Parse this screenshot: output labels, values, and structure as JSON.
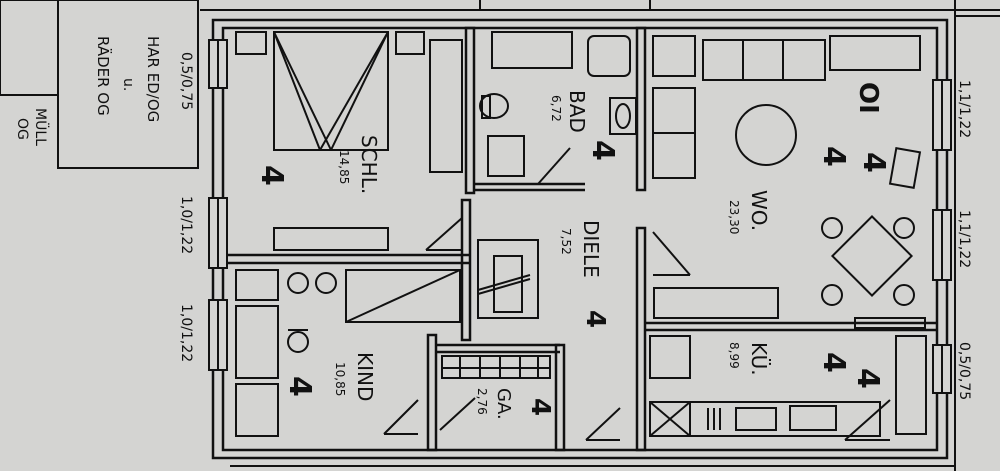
{
  "plan": {
    "colors": {
      "paper": "#d6d6d4",
      "page": "#dcdcda",
      "ink": "#111111"
    },
    "side_note": {
      "line1": "HAR ED/OG",
      "line2": "u.",
      "line3": "RÄDER OG"
    },
    "muell_note": {
      "line1": "MÜLL",
      "line2": "OG"
    },
    "rooms": [
      {
        "id": "schl",
        "name": "SCHL.",
        "area": "14,85",
        "mark": "4"
      },
      {
        "id": "bad",
        "name": "BAD",
        "area": "6,72",
        "mark": "4"
      },
      {
        "id": "wo",
        "name": "WO.",
        "area": "23,30",
        "mark": "4"
      },
      {
        "id": "diele",
        "name": "DIELE",
        "area": "7,52",
        "mark": "4"
      },
      {
        "id": "kind",
        "name": "KIND",
        "area": "10,85",
        "mark": "4"
      },
      {
        "id": "ga",
        "name": "GA.",
        "area": "2,76",
        "mark": "4"
      },
      {
        "id": "ku",
        "name": "KÜ.",
        "area": "8,99",
        "mark": "4"
      }
    ],
    "windows_left": [
      "0,5/0,75",
      "1,0/1,22",
      "1,0/1,22"
    ],
    "windows_right": [
      "1,1/1,22",
      "1,1/1,22",
      "0,5/0,75"
    ],
    "wo_extra_mark": "4",
    "ku_mark_extra": "4"
  }
}
